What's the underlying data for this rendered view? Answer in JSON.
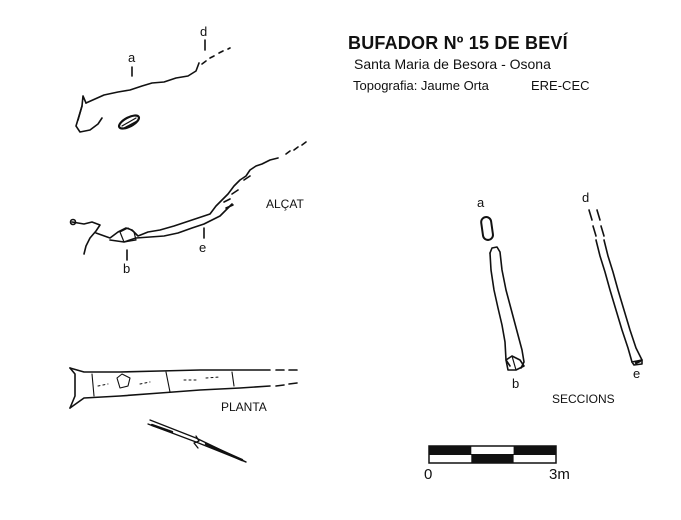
{
  "header": {
    "title": "BUFADOR Nº 15 DE BEVÍ",
    "subtitle": "Santa Maria de Besora - Osona",
    "credit": "Topografia: Jaume Orta",
    "group": "ERE-CEC"
  },
  "views": {
    "elevation_label": "ALÇAT",
    "plan_label": "PLANTA",
    "sections_label": "SECCIONS"
  },
  "points": {
    "a": "a",
    "b": "b",
    "d": "d",
    "e": "e"
  },
  "scale": {
    "start_label": "0",
    "end_label": "3m",
    "segments": 3
  },
  "colors": {
    "ink": "#111111",
    "paper": "#ffffff"
  }
}
